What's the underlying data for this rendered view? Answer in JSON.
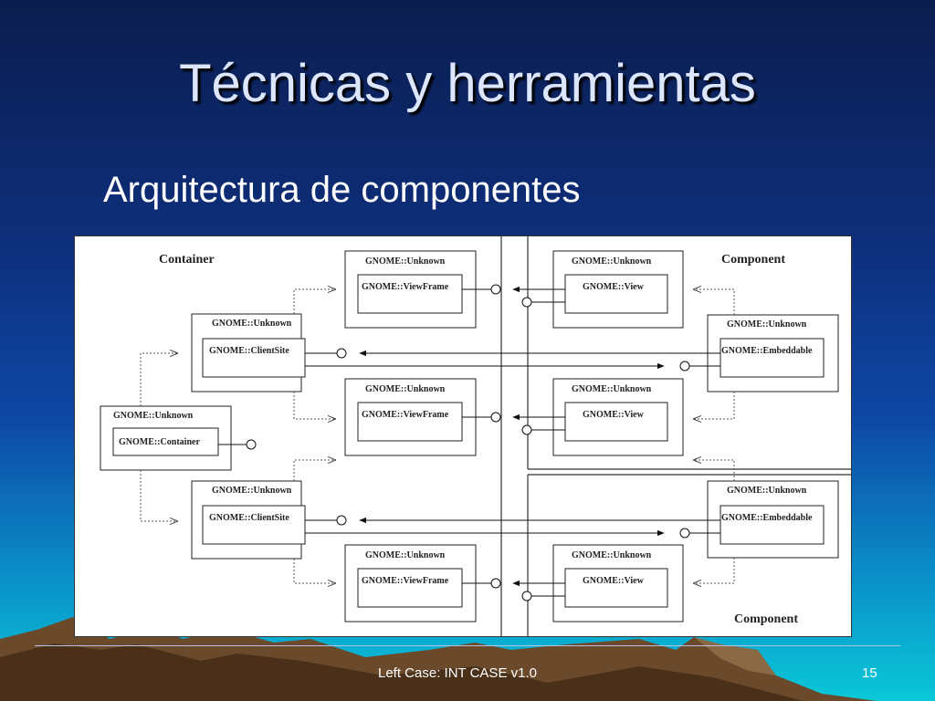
{
  "slide": {
    "title": "Técnicas y herramientas",
    "subtitle": "Arquitectura de componentes",
    "footer_text": "Left Case: INT CASE v1.0",
    "page_number": "15"
  },
  "diagram": {
    "container_label": "Container",
    "component_label": "Component",
    "unknown": "GNOME::Unknown",
    "viewframe": "GNOME::ViewFrame",
    "view": "GNOME::View",
    "clientsite": "GNOME::ClientSite",
    "embeddable": "GNOME::Embeddable",
    "container_iface": "GNOME::Container"
  }
}
